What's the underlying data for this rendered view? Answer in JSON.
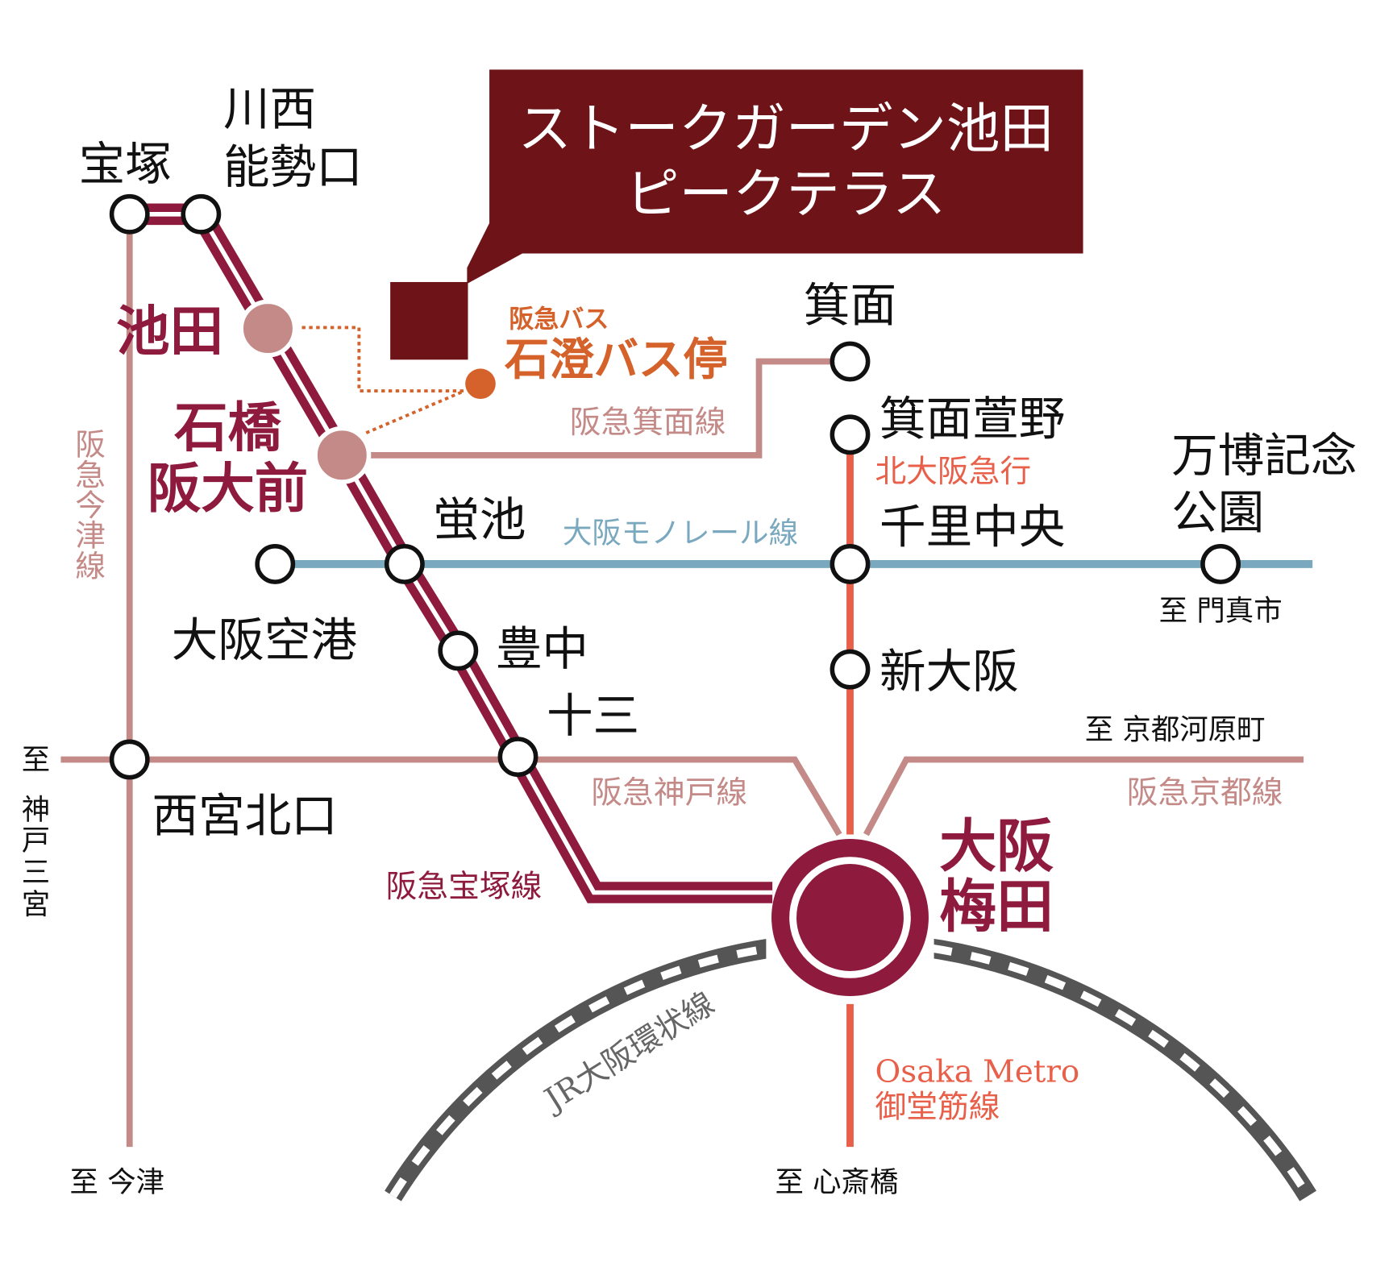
{
  "title": {
    "line1": "ストークガーデン池田",
    "line2": "ピークテラス"
  },
  "bus": {
    "company": "阪急バス",
    "stop": "石澄バス停"
  },
  "stations": {
    "takarazuka": "宝塚",
    "kawanishi_1": "川西",
    "kawanishi_2": "能勢口",
    "ikeda": "池田",
    "ishibashi_1": "石橋",
    "ishibashi_2": "阪大前",
    "minoh": "箕面",
    "minoh_kayano": "箕面萱野",
    "banpaku_1": "万博記念",
    "banpaku_2": "公園",
    "hotarugaike": "蛍池",
    "senri_chuo": "千里中央",
    "osaka_airport": "大阪空港",
    "toyonaka": "豊中",
    "shin_osaka": "新大阪",
    "juso": "十三",
    "nishinomiya": "西宮北口",
    "umeda_1": "大阪",
    "umeda_2": "梅田"
  },
  "lines": {
    "minoh": "阪急箕面線",
    "kita_osaka": "北大阪急行",
    "monorail": "大阪モノレール線",
    "kobe": "阪急神戸線",
    "kyoto": "阪急京都線",
    "imazu": "阪急今津線",
    "takarazuka": "阪急宝塚線",
    "jr_loop": "JR大阪環状線",
    "midosuji_1": "Osaka Metro",
    "midosuji_2": "御堂筋線"
  },
  "destinations": {
    "kadoma": "至 門真市",
    "kawaramachi": "至 京都河原町",
    "sannomiya": [
      "至",
      "神",
      "戸",
      "三",
      "宮"
    ],
    "imazu": "至 今津",
    "shinsaibashi": "至 心斎橋"
  },
  "colors": {
    "title_box": "#6e1419",
    "takarazuka_line": "#8e1b3e",
    "hankyu_light": "#c48a88",
    "monorail": "#7aa9bf",
    "midosuji": "#e8604a",
    "bus": "#d4622a",
    "jr": "#555555"
  }
}
